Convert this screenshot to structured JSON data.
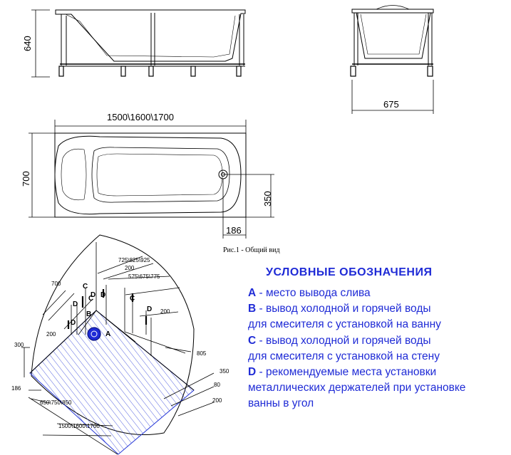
{
  "side_view": {
    "height_label": "640"
  },
  "end_view": {
    "width_label": "675"
  },
  "top_view": {
    "length_label": "1500\\1600\\1700",
    "width_label": "700",
    "drain_offset_label": "350",
    "drain_distance_label": "186"
  },
  "caption": "Рис.1 - Общий вид",
  "corner_plan": {
    "labels": {
      "d1": "725\\825\\925",
      "d2": "200",
      "d3": "575\\675\\775",
      "d4": "700",
      "d5": "200",
      "d6": "200",
      "d7": "300",
      "d8": "805",
      "d9": "350",
      "d10": "186",
      "d11": "80",
      "d12": "200",
      "d13": "650\\750\\850",
      "d14": "1500\\1600\\1700"
    },
    "markers": {
      "a": "A",
      "b": "B",
      "c": "C",
      "d": "D"
    }
  },
  "legend": {
    "title": "УСЛОВНЫЕ  ОБОЗНАЧЕНИЯ",
    "items": [
      {
        "key": "A",
        "sep": " - ",
        "lines": [
          "место вывода слива"
        ]
      },
      {
        "key": "B",
        "sep": " - ",
        "lines": [
          "вывод холодной и горячей воды",
          "для смесителя с установкой на ванну"
        ]
      },
      {
        "key": "C",
        "sep": " - ",
        "lines": [
          "вывод холодной и горячей воды",
          "для смесителя с установкой на стену"
        ]
      },
      {
        "key": "D",
        "sep": " - ",
        "lines": [
          "рекомендуемые места установки",
          "металлических держателей при установке",
          "ванны в угол"
        ]
      }
    ]
  },
  "colors": {
    "legend_text": "#1f2bd6",
    "hatch": "#2a3bd8",
    "pipe": "#1f2bd6"
  }
}
